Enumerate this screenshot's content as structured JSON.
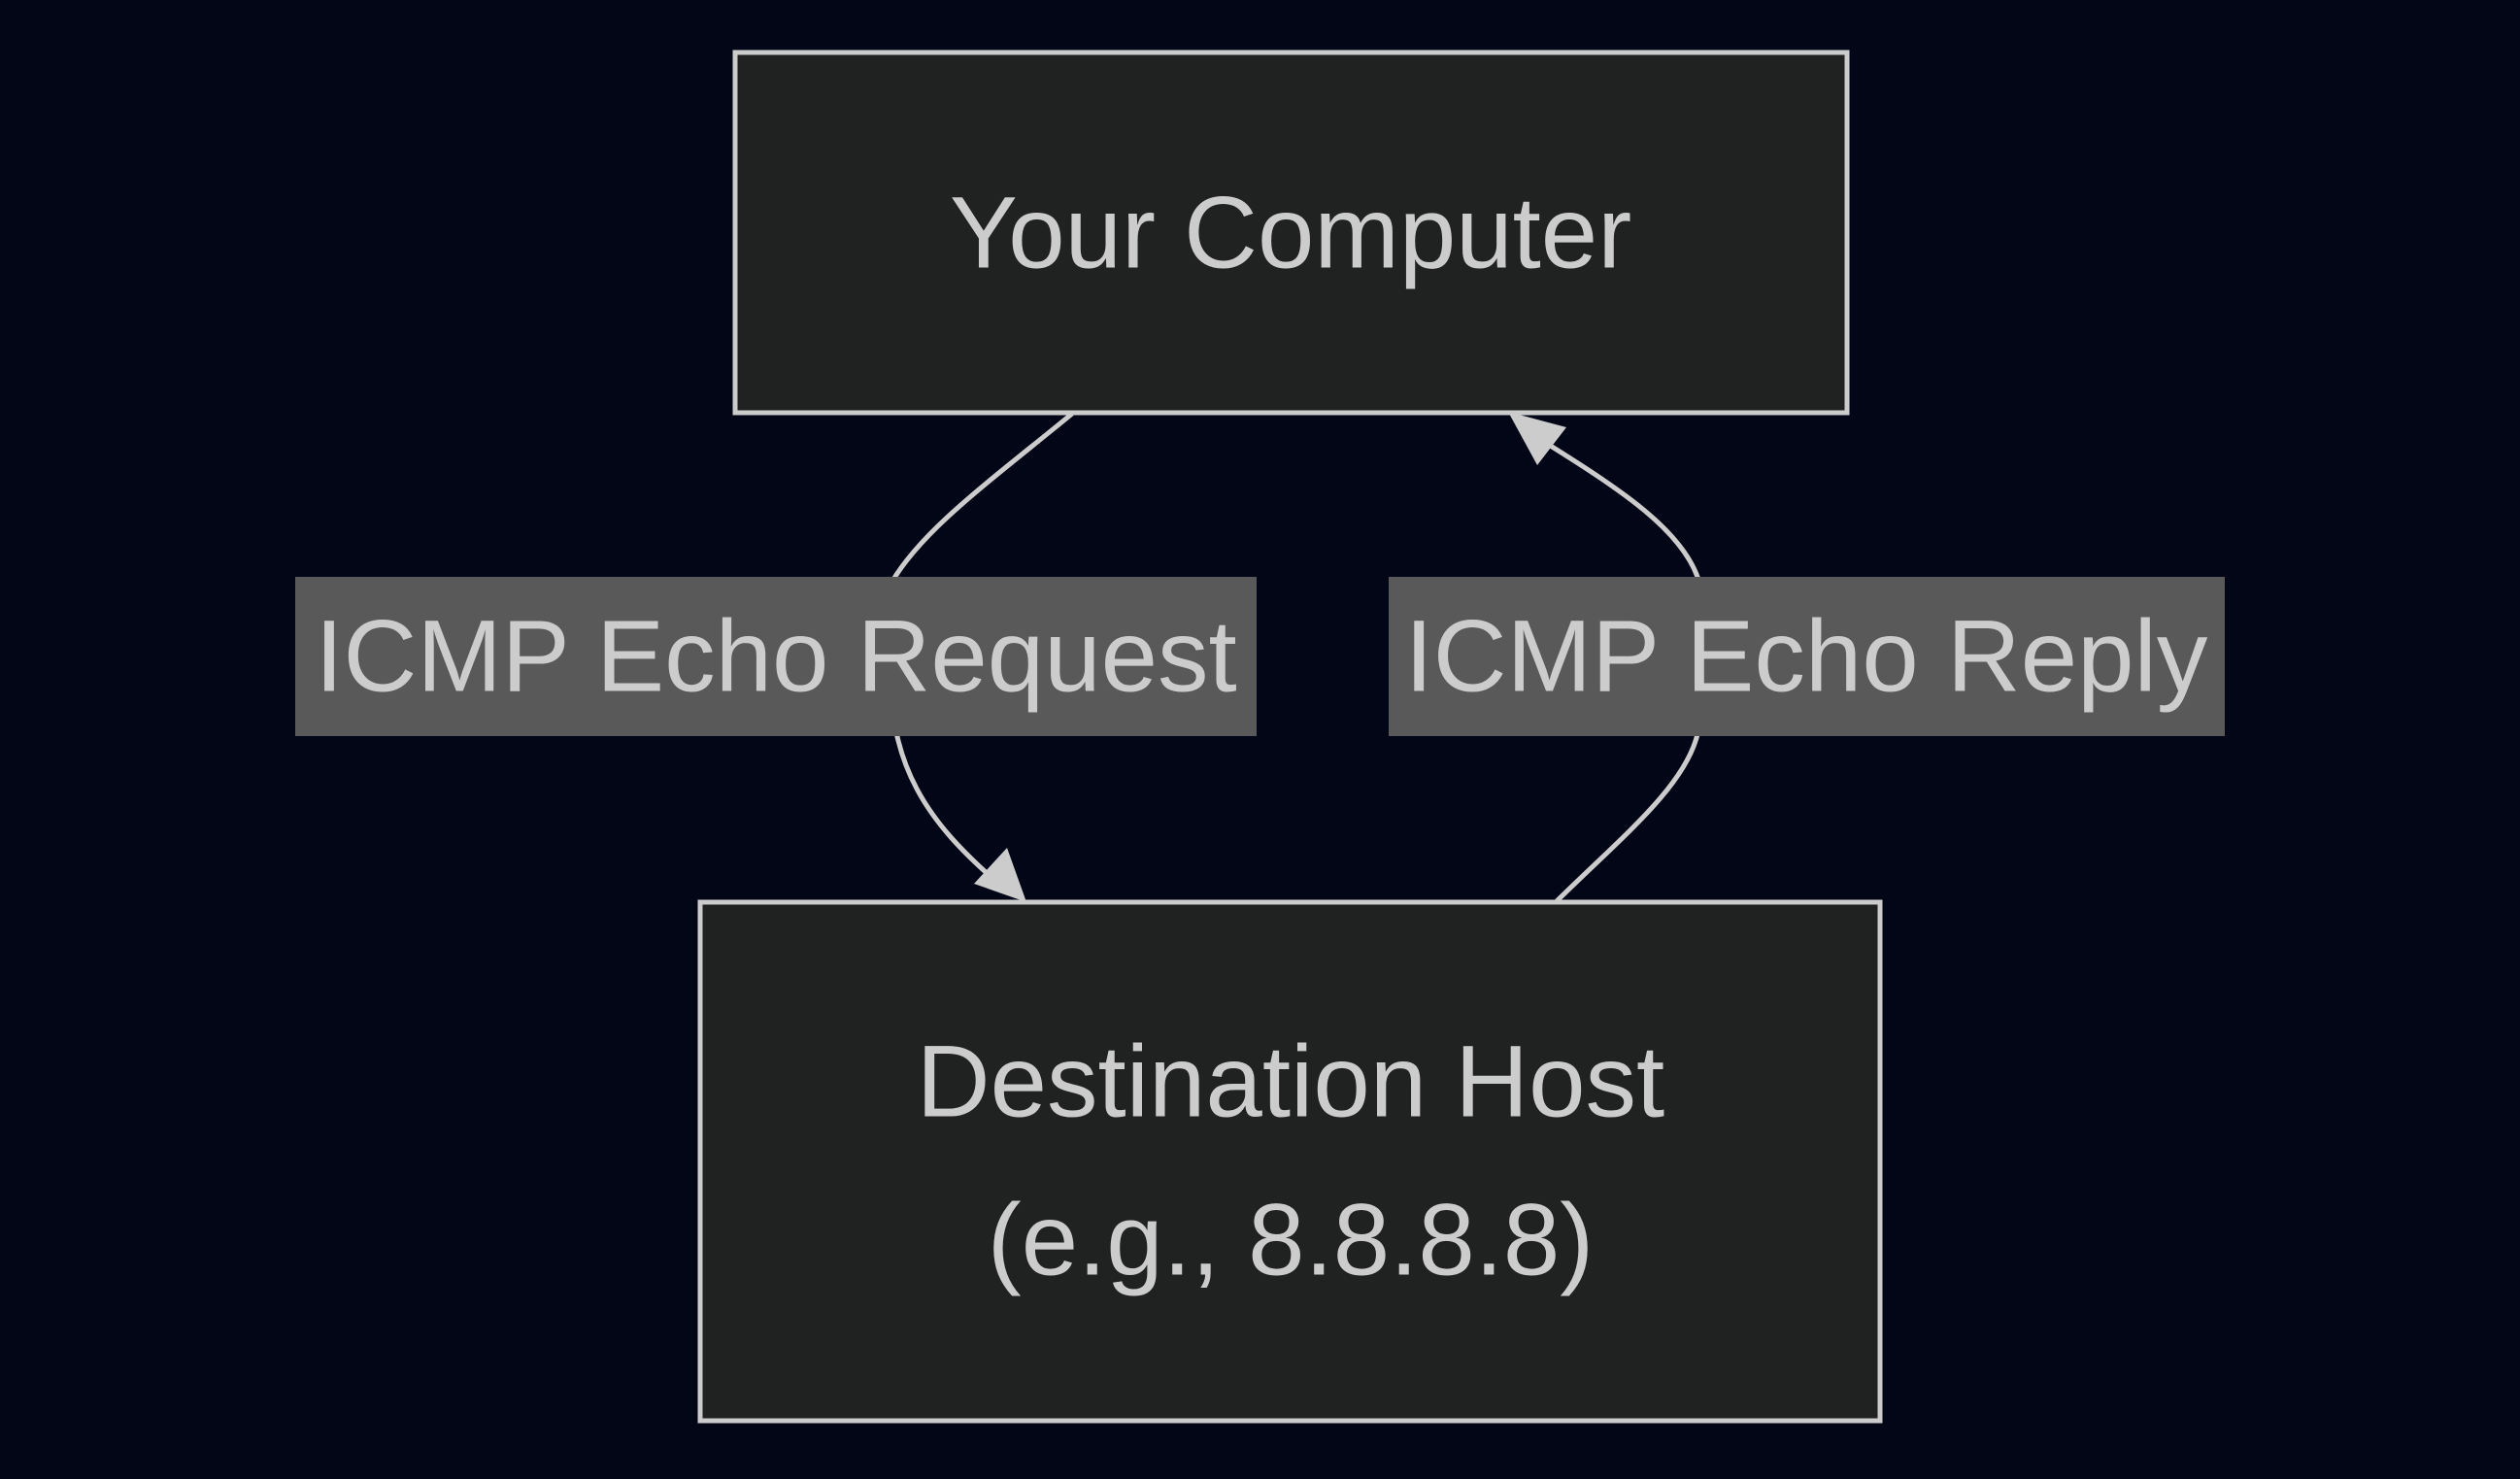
{
  "diagram": {
    "nodes": {
      "computer": {
        "label": "Your Computer"
      },
      "destination": {
        "label_line1": "Destination Host",
        "label_line2": "(e.g., 8.8.8.8)"
      }
    },
    "edges": {
      "request": {
        "label": "ICMP Echo Request",
        "from": "computer",
        "to": "destination"
      },
      "reply": {
        "label": "ICMP Echo Reply",
        "from": "destination",
        "to": "computer"
      }
    }
  },
  "colors": {
    "background": "#020617",
    "node_fill": "#202121",
    "stroke": "#cccccc",
    "label_background": "#595959",
    "text": "#cccccc"
  }
}
